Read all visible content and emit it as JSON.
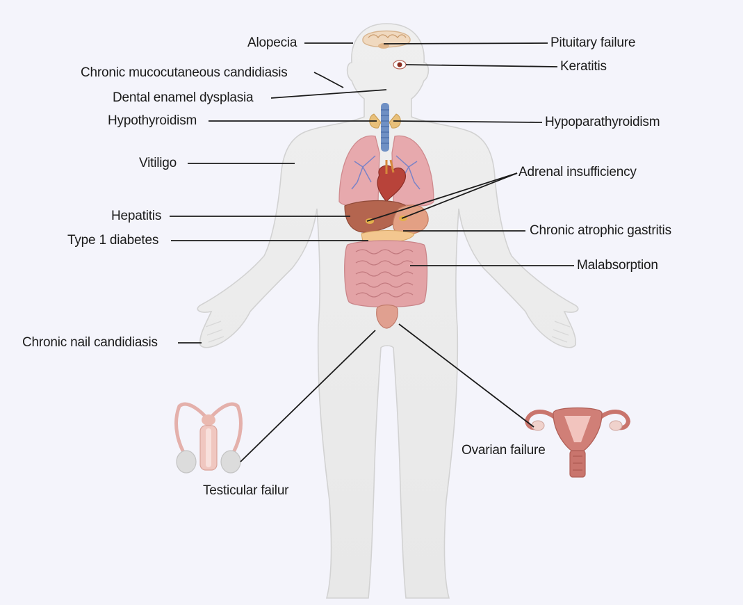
{
  "labels": {
    "alopecia": "Alopecia",
    "pituitary_failure": "Pituitary failure",
    "keratitis": "Keratitis",
    "chronic_mucocutaneous_candidiasis": "Chronic mucocutaneous candidiasis",
    "dental_enamel_dysplasia": "Dental enamel dysplasia",
    "hypothyroidism": "Hypothyroidism",
    "hypoparathyroidism": "Hypoparathyroidism",
    "vitiligo": "Vitiligo",
    "adrenal_insufficiency": "Adrenal insufficiency",
    "hepatitis": "Hepatitis",
    "chronic_atrophic_gastritis": "Chronic atrophic gastritis",
    "type_1_diabetes": "Type 1 diabetes",
    "malabsorption": "Malabsorption",
    "chronic_nail_candidiasis": "Chronic nail candidiasis",
    "ovarian_failure": "Ovarian failure",
    "testicular_failure": "Testicular failur"
  },
  "colors": {
    "background": "#f4f4fb",
    "body_fill": "#ececec",
    "body_outline": "#cfcfcf",
    "leader_line": "#1b1b1b",
    "organ_pink": "#e3a3a6",
    "liver": "#b4654f",
    "reproductive": "#e8b2ad"
  }
}
